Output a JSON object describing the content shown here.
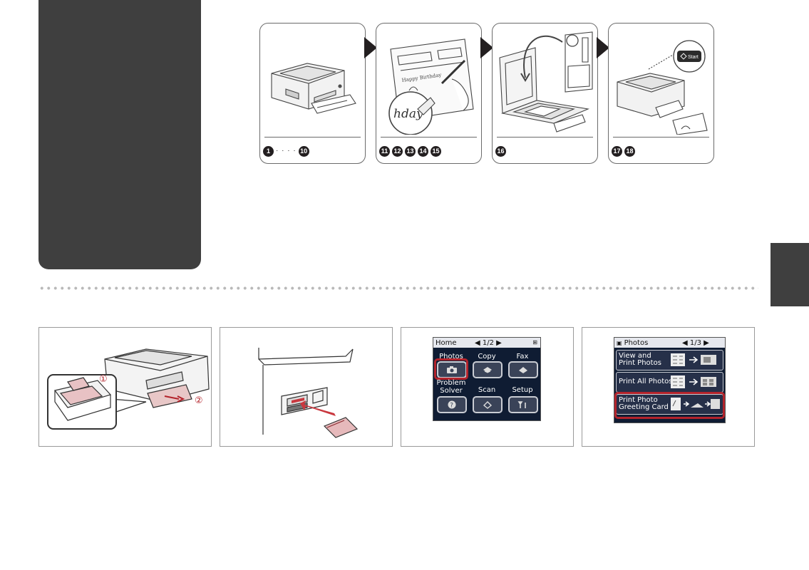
{
  "steps": [
    {
      "numbers": [
        "1"
      ],
      "range_end": "10",
      "art": "printer-paper-loaded-illustration"
    },
    {
      "numbers": [
        "11",
        "12",
        "13",
        "14",
        "15"
      ],
      "art": "handwriting-birthday-template-illustration",
      "template_text": "Happy Birthday",
      "zoom_text": "hday"
    },
    {
      "numbers": [
        "16"
      ],
      "art": "scanner-lid-open-template-illustration"
    },
    {
      "numbers": [
        "17",
        "18"
      ],
      "art": "printer-start-button-illustration",
      "start_label": "Start"
    }
  ],
  "photos": [
    {
      "art": "paper-cassette-loading-illustration",
      "callouts": [
        "①",
        "②"
      ]
    },
    {
      "art": "memory-card-insert-illustration"
    },
    {
      "art": "lcd-home-menu",
      "lcd": {
        "title": "Home",
        "page": "◀ 1/2 ▶",
        "items": [
          {
            "label": "Photos",
            "icon": "camera-icon",
            "highlighted": true
          },
          {
            "label": "Copy",
            "icon": "copy-icon"
          },
          {
            "label": "Fax",
            "icon": "fax-icon"
          },
          {
            "label": "Problem Solver",
            "icon": "question-icon"
          },
          {
            "label": "Scan",
            "icon": "scan-icon"
          },
          {
            "label": "Setup",
            "icon": "tools-icon"
          }
        ]
      }
    },
    {
      "art": "lcd-photos-menu",
      "lcd": {
        "title": "Photos",
        "page": "◀ 1/3 ▶",
        "items": [
          {
            "label": "View and Print Photos"
          },
          {
            "label": "Print All Photos"
          },
          {
            "label": "Print Photo Greeting Card",
            "highlighted": true
          }
        ]
      }
    }
  ]
}
